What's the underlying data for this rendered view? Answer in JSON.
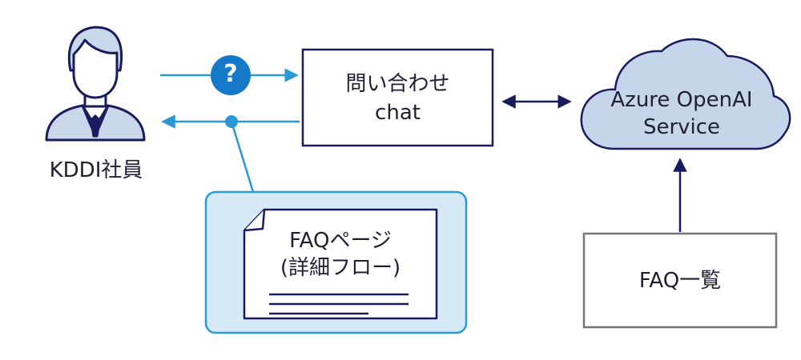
{
  "nodes": {
    "employee": {
      "label": "KDDI社員",
      "icon": "person-icon"
    },
    "chat": {
      "line1": "問い合わせ",
      "line2": "chat"
    },
    "azure": {
      "line1": "Azure OpenAI",
      "line2": "Service",
      "icon": "cloud-icon"
    },
    "faq_page": {
      "line1": "FAQページ",
      "line2": "(詳細フロー)",
      "icon": "document-icon"
    },
    "faq_list": {
      "label": "FAQ一覧"
    },
    "question_badge": {
      "symbol": "?"
    }
  },
  "colors": {
    "navy": "#1a1a5e",
    "light_blue": "#2b97d6",
    "question_blue": "#1578c8",
    "cloud_fill": "#c6d6ea",
    "faq_panel_fill": "#d6e9f7",
    "faq_panel_border": "#2a9ad8",
    "gray_border": "#757575"
  }
}
